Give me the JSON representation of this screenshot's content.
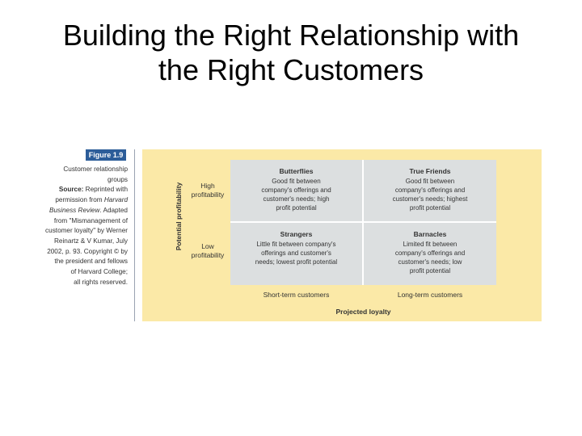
{
  "slide": {
    "title_line1": "Building the Right Relationship with",
    "title_line2": "the Right Customers"
  },
  "figure": {
    "label": "Figure 1.9",
    "caption": {
      "line1": "Customer relationship",
      "line2": "groups",
      "source_label": "Source:",
      "source_a": "Reprinted with",
      "source_b": "permission from",
      "source_italic_a": "Harvard",
      "source_italic_b": "Business Review",
      "source_c": ". Adapted",
      "line7": "from \"Mismanagement of",
      "line8": "customer loyalty\" by Werner",
      "line9": "Reinartz & V Kumar, July",
      "line10": "2002, p. 93. Copyright © by",
      "line11": "the president and fellows",
      "line12": "of Harvard College;",
      "line13": "all rights reserved."
    },
    "matrix": {
      "y_axis_label": "Potential profitability",
      "x_axis_label": "Projected loyalty",
      "rows": [
        {
          "line1": "High",
          "line2": "profitability"
        },
        {
          "line1": "Low",
          "line2": "profitability"
        }
      ],
      "columns": [
        "Short-term customers",
        "Long-term customers"
      ],
      "cells": [
        {
          "title": "Butterflies",
          "l1": "Good fit between",
          "l2": "company's offerings and",
          "l3": "customer's needs; high",
          "l4": "profit potential"
        },
        {
          "title": "True Friends",
          "l1": "Good fit between",
          "l2": "company's offerings and",
          "l3": "customer's needs; highest",
          "l4": "profit potential"
        },
        {
          "title": "Strangers",
          "l1": "Little fit between company's",
          "l2": "offerings and customer's",
          "l3": "needs; lowest profit potential",
          "l4": ""
        },
        {
          "title": "Barnacles",
          "l1": "Limited fit between",
          "l2": "company's offerings and",
          "l3": "customer's needs; low",
          "l4": "profit potential"
        }
      ]
    },
    "colors": {
      "panel": "#fbe9a7",
      "cell": "#dcdfe0",
      "figure_label_bg": "#2c5d99"
    }
  }
}
